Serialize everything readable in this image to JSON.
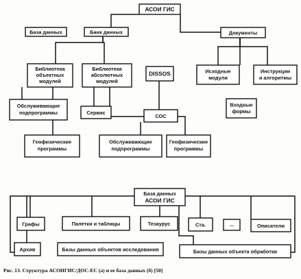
{
  "top": {
    "root": "АСОИ ГИС",
    "database": "База данных",
    "data_bank": "Банк данных",
    "documents": "Документы",
    "obj_lib": {
      "l1": "Библиотека",
      "l2": "объектных",
      "l3": "модулей"
    },
    "abs_lib": {
      "l1": "Библиотека",
      "l2": "абсолютных",
      "l3": "модулей"
    },
    "dissos": "DISSOS",
    "source": {
      "l1": "Исходные",
      "l2": "модули"
    },
    "instr": {
      "l1": "Инструкции",
      "l2": "и алгоритмы"
    },
    "input": {
      "l1": "Входные",
      "l2": "формы"
    },
    "serv_sub": {
      "l1": "Обслуживающие",
      "l2": "подпрограммы"
    },
    "service": "Сервис",
    "coc": "СОС",
    "geo_left": {
      "l1": "Геофизические",
      "l2": "программы"
    },
    "serv_sub_r": {
      "l1": "Обслуживающие",
      "l2": "подпрограммы"
    },
    "geo_right": {
      "l1": "Геофизические",
      "l2": "программы"
    }
  },
  "bottom": {
    "db": {
      "l1": "База данных",
      "l2": "АСОИ ГИС"
    },
    "graphs": "Графы",
    "palettes": "Палетки и таблицы",
    "thesaurus": "Тезаурус",
    "sta": "Ста.",
    "ellipsis": "...",
    "describers": "Описатели",
    "archive": "Архив",
    "research_db": "Базы данных объектов исследования",
    "processing_db": "Базы данных объекта обработки"
  },
  "caption": "Рис. 13. Структура АСОИГИС/ДОС-ЕС (а) и ее база данных (б) [50]"
}
